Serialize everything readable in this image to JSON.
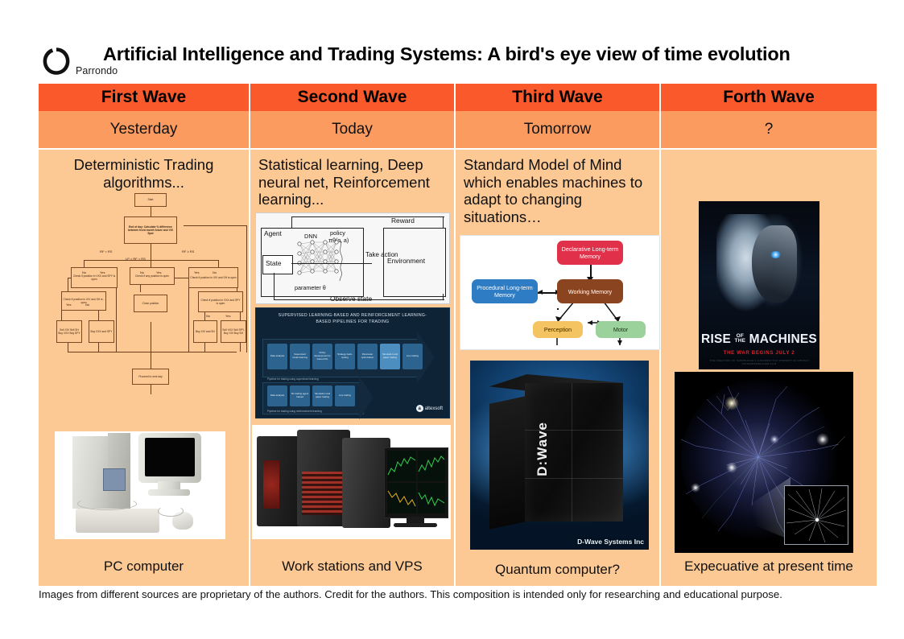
{
  "header": {
    "logo_name": "Parrondo",
    "title": "Artificial Intelligence and Trading Systems: A bird's eye view of time evolution"
  },
  "columns": [
    {
      "wave": "First Wave",
      "period": "Yesterday",
      "description": "Deterministic Trading algorithms...",
      "caption": "PC computer"
    },
    {
      "wave": "Second Wave",
      "period": "Today",
      "description": "Statistical learning, Deep neural net, Reinforcement learning...",
      "caption": "Work stations and VPS"
    },
    {
      "wave": "Third Wave",
      "period": "Tomorrow",
      "description": "Standard Model  of Mind which enables machines to adapt to changing situations…",
      "caption": "Quantum computer?"
    },
    {
      "wave": "Forth Wave",
      "period": "?",
      "description": "",
      "caption": "Expecuative at present time"
    }
  ],
  "flowchart": {
    "nodes": {
      "start": "Start",
      "calc": "End of day: Calculate % difference between front month future and VIX Spot",
      "check_left": "Check if position in VXX and SPY is open",
      "check_mid": "Check if any position is open",
      "check_right": "Check if position in XIV and SH is open",
      "check_left2": "Check if position in XIV and SH is -open",
      "close": "Close position",
      "check_right2": "Check if position in VXX and SPY is open",
      "act_a": "Sell XIV Sell SH Buy VXX Buy SPY",
      "act_b": "Buy VXX and SPY",
      "act_c": "Buy XIV and SH",
      "act_d": "Sell VXX Sell SPY, Buy XIV Buy SH",
      "next": "Proceed to next day"
    },
    "edge_labels": {
      "left_cond": "RF < RS",
      "mid_cond": "LP > RF > RS",
      "right_cond": "RF ≥ RS",
      "yes": "Yes",
      "no": "No"
    }
  },
  "rl_diagram": {
    "agent": "Agent",
    "state": "State",
    "dnn": "DNN",
    "policy": "policy",
    "policy_fn": "πθ(s, a)",
    "parameter": "parameter θ",
    "reward": "Reward",
    "take_action": "Take action",
    "environment": "Environment",
    "observe": "Observe state"
  },
  "pipeline": {
    "title": "SUPERVISED LEARNING-BASED AND REINFORCEMENT LEARNING-BASED PIPELINES FOR TRADING",
    "supervised_caption": "Pipeline for trading using supervised learning",
    "reinforcement_caption": "Pipeline for trading using reinforcement learning",
    "supervised_steps": [
      "Data analysis",
      "Supervised model learning",
      "Policy development by trained ML",
      "Strategy back-testing",
      "Parameter optimization",
      "Simulation and paper trading",
      "Live trading"
    ],
    "reinforcement_steps": [
      "Data analysis",
      "RL trading agent trained",
      "Simulation and paper trading",
      "Live trading"
    ],
    "brand": "altexsoft"
  },
  "mind_model": {
    "declarative": "Declarative Long-term Memory",
    "procedural": "Procedural Long-term Memory",
    "working": "Working Memory",
    "perception": "Perception",
    "motor": "Motor",
    "colors": {
      "declarative": "#e0304a",
      "procedural": "#2e7cc4",
      "working": "#8a4420",
      "perception": "#f5c462",
      "motor": "#9bd19b"
    }
  },
  "dwave": {
    "brand": "D:Wave",
    "credit": "D-Wave Systems Inc"
  },
  "poster": {
    "title_part1": "RISE",
    "title_small1": "OF",
    "title_small2": "THE",
    "title_part2": "MACHINES",
    "tagline": "THE WAR BEGINS JULY 2",
    "credits": "THE CREATORS OF TERMINATOR 2 JUDGMENT DAY  PRESENT AN ARNOLD SCHWARZENEGGER FILM"
  },
  "footer": {
    "note": "Images from different sources are proprietary of the authors. Credit for the authors. This composition is intended only for researching and educational purpose."
  },
  "palette": {
    "header_orange": "#f9592b",
    "sub_orange": "#fb9b60",
    "body_peach": "#fcc894"
  }
}
